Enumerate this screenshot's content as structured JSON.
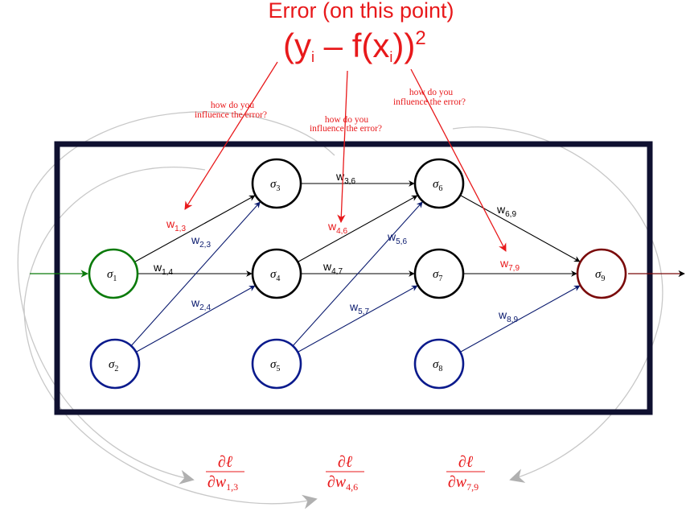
{
  "error": {
    "title": "Error (on this point)",
    "formula": {
      "open": "(y",
      "sub_i1": "i",
      "minus": " – f(x",
      "sub_i2": "i",
      "close": "))",
      "power": "2"
    }
  },
  "questions": [
    {
      "line1": "how do you",
      "line2": "influence the error?"
    },
    {
      "line1": "how do you",
      "line2": "influence the error?"
    },
    {
      "line1": "how do you",
      "line2": "influence the error?"
    }
  ],
  "nodes": [
    {
      "id": "1",
      "symbol": "σ",
      "sub": "1",
      "role": "input"
    },
    {
      "id": "2",
      "symbol": "σ",
      "sub": "2",
      "role": "bias"
    },
    {
      "id": "3",
      "symbol": "σ",
      "sub": "3",
      "role": "hidden"
    },
    {
      "id": "4",
      "symbol": "σ",
      "sub": "4",
      "role": "hidden"
    },
    {
      "id": "5",
      "symbol": "σ",
      "sub": "5",
      "role": "bias"
    },
    {
      "id": "6",
      "symbol": "σ",
      "sub": "6",
      "role": "hidden"
    },
    {
      "id": "7",
      "symbol": "σ",
      "sub": "7",
      "role": "hidden"
    },
    {
      "id": "8",
      "symbol": "σ",
      "sub": "8",
      "role": "bias"
    },
    {
      "id": "9",
      "symbol": "σ",
      "sub": "9",
      "role": "output"
    }
  ],
  "weights": [
    {
      "from": "1",
      "to": "3",
      "base": "w",
      "sub": "1,3",
      "highlight": true,
      "color": "black"
    },
    {
      "from": "1",
      "to": "4",
      "base": "w",
      "sub": "1,4",
      "highlight": false,
      "color": "black"
    },
    {
      "from": "2",
      "to": "3",
      "base": "w",
      "sub": "2,3",
      "highlight": false,
      "color": "navy"
    },
    {
      "from": "2",
      "to": "4",
      "base": "w",
      "sub": "2,4",
      "highlight": false,
      "color": "navy"
    },
    {
      "from": "3",
      "to": "6",
      "base": "w",
      "sub": "3,6",
      "highlight": false,
      "color": "black"
    },
    {
      "from": "4",
      "to": "6",
      "base": "w",
      "sub": "4,6",
      "highlight": true,
      "color": "black"
    },
    {
      "from": "4",
      "to": "7",
      "base": "w",
      "sub": "4,7",
      "highlight": false,
      "color": "black"
    },
    {
      "from": "5",
      "to": "6",
      "base": "w",
      "sub": "5,6",
      "highlight": false,
      "color": "navy"
    },
    {
      "from": "5",
      "to": "7",
      "base": "w",
      "sub": "5,7",
      "highlight": false,
      "color": "navy"
    },
    {
      "from": "6",
      "to": "9",
      "base": "w",
      "sub": "6,9",
      "highlight": false,
      "color": "black"
    },
    {
      "from": "7",
      "to": "9",
      "base": "w",
      "sub": "7,9",
      "highlight": true,
      "color": "black"
    },
    {
      "from": "8",
      "to": "9",
      "base": "w",
      "sub": "8,9",
      "highlight": false,
      "color": "navy"
    }
  ],
  "derivatives": [
    {
      "num": "∂ℓ",
      "den": "∂w",
      "sub": "1,3"
    },
    {
      "num": "∂ℓ",
      "den": "∂w",
      "sub": "4,6"
    },
    {
      "num": "∂ℓ",
      "den": "∂w",
      "sub": "7,9"
    }
  ],
  "colors": {
    "red": "#e8191b",
    "frame": "#0f1030",
    "input_node": "#0a7a0a",
    "bias_node": "#0a1a8c",
    "hidden_node": "#000000",
    "output_node": "#7a0a0a",
    "navy_edge": "#0a1a6e",
    "grey_arc": "#c8c8c8"
  }
}
